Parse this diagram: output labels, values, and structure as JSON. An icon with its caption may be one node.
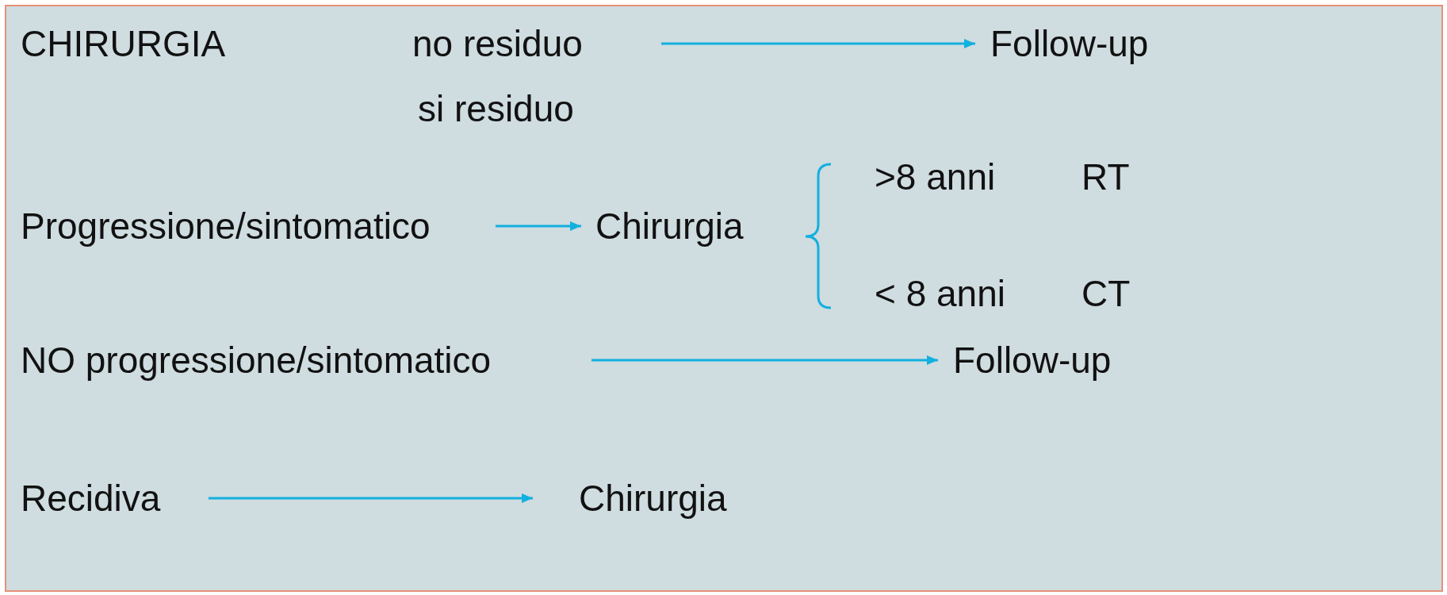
{
  "diagram": {
    "nodes": [
      {
        "text": [
          "no residuo"
        ]
      },
      {
        "text": [
          "Follow-up"
        ]
      },
      {
        "text": [
          "Progressione/sintomatico"
        ]
      },
      {
        "text": [
          "Chirurgia"
        ]
      },
      {
        "text": [
          "NO progressione/sintomatico"
        ]
      },
      {
        "text": [
          "Follow-up"
        ]
      },
      {
        "text": [
          "Recidiva"
        ]
      },
      {
        "text": [
          "Chirurgia"
        ]
      }
    ],
    "edges": [
      {
        "from": 0,
        "to": 1,
        "arrow": "to"
      },
      {
        "from": 2,
        "to": 3,
        "arrow": "to"
      },
      {
        "from": 4,
        "to": 5,
        "arrow": "to"
      },
      {
        "from": 6,
        "to": 7,
        "arrow": "to"
      }
    ],
    "labels": [
      "CHIRURGIA",
      "si residuo",
      ">8 anni",
      "RT",
      "< 8 anni",
      "CT"
    ]
  }
}
